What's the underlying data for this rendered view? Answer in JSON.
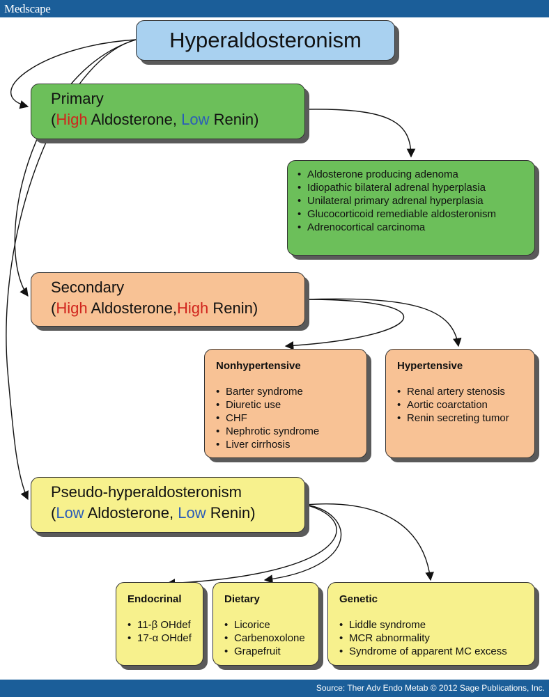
{
  "header": {
    "brand": "Medscape"
  },
  "footer": {
    "source": "Source: Ther Adv Endo Metab © 2012 Sage Publications, Inc."
  },
  "colors": {
    "bar": "#1b5e99",
    "high": "#d0241c",
    "low": "#2a5cb8",
    "title_box": "#a9d1f0",
    "primary": "#6cbf5a",
    "secondary": "#f8c295",
    "pseudo": "#f7f18d"
  },
  "title": "Hyperaldosteronism",
  "primary": {
    "name": "Primary",
    "open": "(",
    "level1": "High",
    "word1": " Aldosterone, ",
    "level2": "Low",
    "word2": " Renin)",
    "causes": [
      "Aldosterone producing adenoma",
      "Idiopathic bilateral adrenal hyperplasia",
      "Unilateral primary adrenal hyperplasia",
      "Glucocorticoid remediable aldosteronism",
      "Adrenocortical carcinoma"
    ]
  },
  "secondary": {
    "name": "Secondary",
    "open": "(",
    "level1": "High",
    "word1": " Aldosterone,",
    "level2": "High",
    "word2": " Renin)",
    "nonhypertensive": {
      "heading": "Nonhypertensive",
      "items": [
        "Barter syndrome",
        "Diuretic use",
        "CHF",
        "Nephrotic syndrome",
        "Liver cirrhosis"
      ]
    },
    "hypertensive": {
      "heading": "Hypertensive",
      "items": [
        "Renal artery stenosis",
        "Aortic coarctation",
        "Renin secreting tumor"
      ]
    }
  },
  "pseudo": {
    "name": "Pseudo-hyperaldosteronism",
    "open": "(",
    "level1": "Low",
    "word1": " Aldosterone, ",
    "level2": "Low",
    "word2": " Renin)",
    "endocrinal": {
      "heading": "Endocrinal",
      "items": [
        "11-β OHdef",
        "17-α OHdef"
      ]
    },
    "dietary": {
      "heading": "Dietary",
      "items": [
        "Licorice",
        "Carbenoxolone",
        "Grapefruit"
      ]
    },
    "genetic": {
      "heading": "Genetic",
      "items": [
        "Liddle syndrome",
        "MCR abnormality",
        "Syndrome of apparent MC excess"
      ]
    }
  }
}
